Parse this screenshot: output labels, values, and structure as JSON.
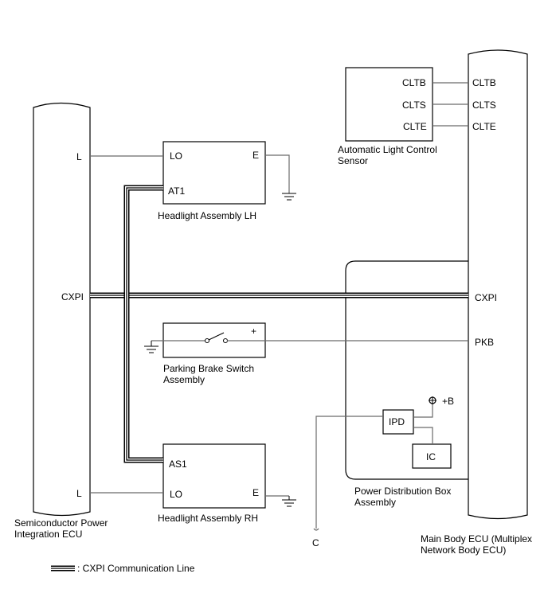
{
  "semiconductor_ecu": {
    "name_line1": "Semiconductor Power",
    "name_line2": "Integration ECU",
    "pin_l_top": "L",
    "pin_cxpi": "CXPI",
    "pin_l_bottom": "L"
  },
  "main_body_ecu": {
    "name_line1": "Main Body ECU (Multiplex",
    "name_line2": "Network Body ECU)",
    "pin_cltb": "CLTB",
    "pin_clts": "CLTS",
    "pin_clte": "CLTE",
    "pin_cxpi": "CXPI",
    "pin_pkb": "PKB"
  },
  "light_sensor": {
    "name_line1": "Automatic Light Control",
    "name_line2": "Sensor",
    "pin_cltb": "CLTB",
    "pin_clts": "CLTS",
    "pin_clte": "CLTE"
  },
  "headlight_lh": {
    "name": "Headlight Assembly LH",
    "pin_lo": "LO",
    "pin_e": "E",
    "pin_at1": "AT1"
  },
  "headlight_rh": {
    "name": "Headlight Assembly RH",
    "pin_lo": "LO",
    "pin_e": "E",
    "pin_as1": "AS1"
  },
  "parking_brake_switch": {
    "name_line1": "Parking Brake Switch",
    "name_line2": "Assembly",
    "pin_plus": "+"
  },
  "power_distribution_box": {
    "name_line1": "Power Distribution Box",
    "name_line2": "Assembly",
    "ipd": "IPD",
    "ic": "IC",
    "plus_b": "+B"
  },
  "connector_c": "C",
  "legend": {
    "label": ": CXPI Communication Line"
  }
}
